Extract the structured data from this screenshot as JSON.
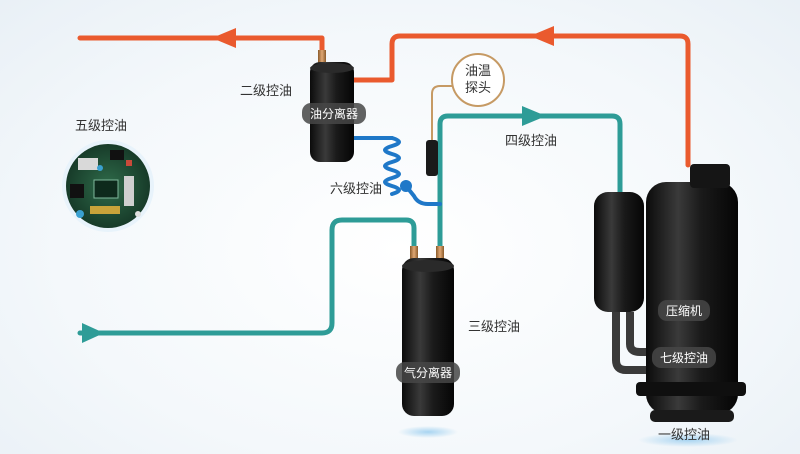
{
  "labels": {
    "level1": "一级控油",
    "level2": "二级控油",
    "level3": "三级控油",
    "level4": "四级控油",
    "level5": "五级控油",
    "level6": "六级控油",
    "level7": "七级控油"
  },
  "components": {
    "oil_separator": "油分离器",
    "gas_separator": "气分离器",
    "compressor": "压缩机",
    "oil_temp_probe_line1": "油温",
    "oil_temp_probe_line2": "探头"
  },
  "colors": {
    "discharge_line": "#ea5a2e",
    "suction_line": "#2e9c97",
    "oil_return_line": "#1f78c8",
    "probe_line": "#c69a64"
  }
}
